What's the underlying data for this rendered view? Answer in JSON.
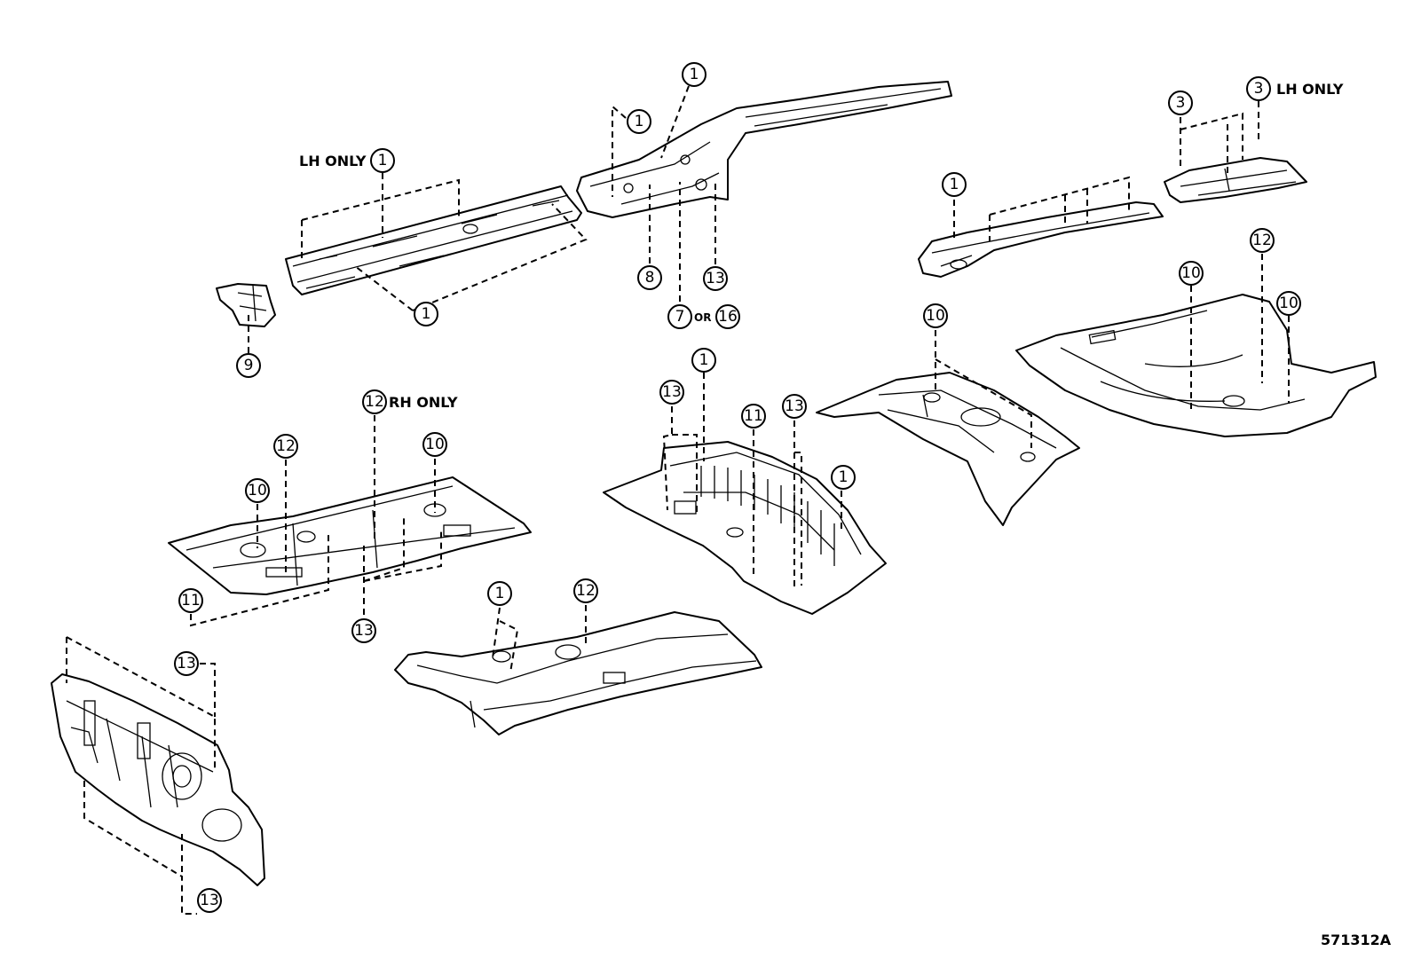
{
  "labels": {
    "lh_only": "LH ONLY",
    "rh_only": "RH ONLY",
    "or": "OR"
  },
  "callouts": [
    {
      "id": "c1",
      "number": "1"
    },
    {
      "id": "c2",
      "number": "1"
    },
    {
      "id": "c3",
      "number": "1"
    },
    {
      "id": "c4",
      "number": "1"
    },
    {
      "id": "c5",
      "number": "8"
    },
    {
      "id": "c6",
      "number": "13"
    },
    {
      "id": "c7",
      "number": "7"
    },
    {
      "id": "c8",
      "number": "16"
    },
    {
      "id": "c9",
      "number": "9"
    },
    {
      "id": "c10",
      "number": "1"
    },
    {
      "id": "c11",
      "number": "3"
    },
    {
      "id": "c12",
      "number": "3"
    },
    {
      "id": "c13",
      "number": "12"
    },
    {
      "id": "c14",
      "number": "10"
    },
    {
      "id": "c15",
      "number": "10"
    },
    {
      "id": "c16",
      "number": "10"
    },
    {
      "id": "c17",
      "number": "1"
    },
    {
      "id": "c18",
      "number": "13"
    },
    {
      "id": "c19",
      "number": "11"
    },
    {
      "id": "c20",
      "number": "13"
    },
    {
      "id": "c21",
      "number": "1"
    },
    {
      "id": "c22",
      "number": "12"
    },
    {
      "id": "c23",
      "number": "12"
    },
    {
      "id": "c24",
      "number": "10"
    },
    {
      "id": "c25",
      "number": "10"
    },
    {
      "id": "c26",
      "number": "11"
    },
    {
      "id": "c27",
      "number": "13"
    },
    {
      "id": "c28",
      "number": "1"
    },
    {
      "id": "c29",
      "number": "12"
    },
    {
      "id": "c30",
      "number": "13"
    },
    {
      "id": "c31",
      "number": "13"
    }
  ],
  "reference_code": "571312A"
}
